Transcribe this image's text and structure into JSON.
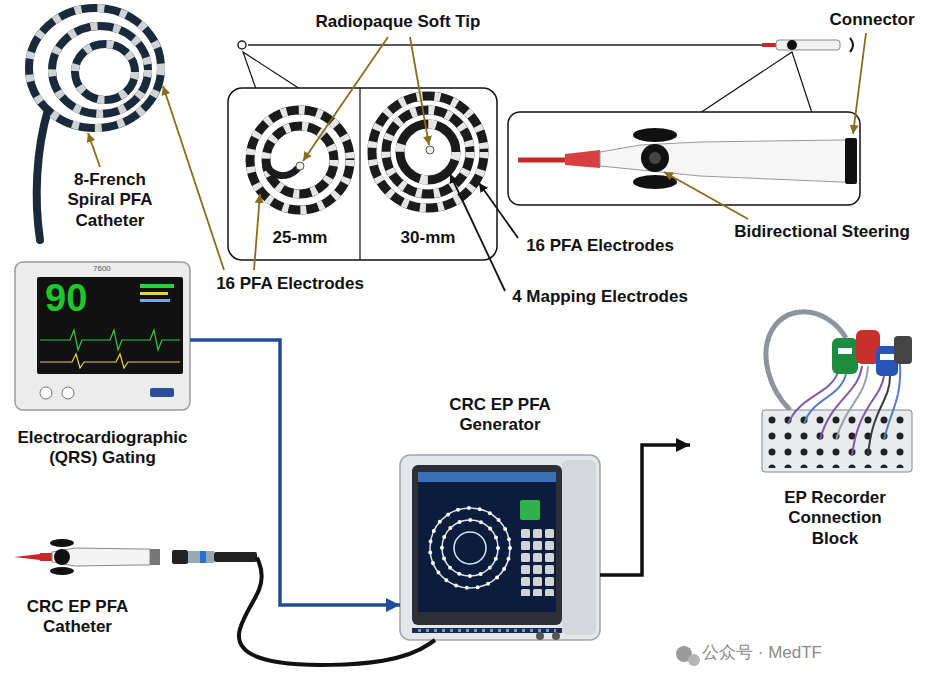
{
  "diagram": {
    "nodes": [
      {
        "text": [
          "7600",
          "90",
          "Electrocardiographic (QRS) Gating"
        ]
      },
      {
        "text": [
          "EP Recorder Connection Block"
        ]
      },
      {
        "text": [
          "CRC EP PFA Generator"
        ]
      },
      {
        "text": [
          "CRC EP PFA Catheter"
        ]
      }
    ],
    "edges": [
      {
        "from": 0,
        "to": 2,
        "arrow": "to"
      },
      {
        "from": 3,
        "to": 2,
        "arrow": "none"
      },
      {
        "from": 2,
        "to": 1,
        "arrow": "to"
      }
    ],
    "labels": [
      "Radiopaque Soft Tip",
      "Connector",
      "8-French Spiral PFA Catheter",
      "Bidirectional Steering",
      "25-mm",
      "30-mm",
      "16 PFA Electrodes",
      "16 PFA Electrodes",
      "4 Mapping Electrodes",
      "公众号 · MedTF"
    ]
  }
}
